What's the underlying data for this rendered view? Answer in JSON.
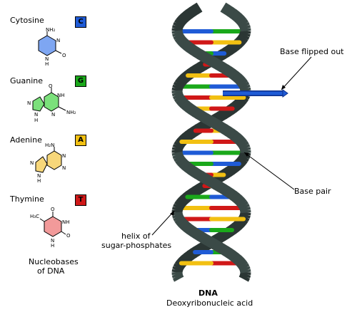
{
  "legend": {
    "items": [
      {
        "name": "Cytosine",
        "letter": "C",
        "color": "#1f5bd6"
      },
      {
        "name": "Guanine",
        "letter": "G",
        "color": "#1aa81a"
      },
      {
        "name": "Adenine",
        "letter": "A",
        "color": "#f2c012"
      },
      {
        "name": "Thymine",
        "letter": "T",
        "color": "#d01818"
      }
    ],
    "caption_line1": "Nucleobases",
    "caption_line2": "of DNA"
  },
  "molecules": {
    "cytosine": {
      "nh2": "NH₂",
      "n_ring": "N",
      "o": "O",
      "nh": "N",
      "h": "H"
    },
    "guanine": {
      "o": "O",
      "nh": "NH",
      "n1": "N",
      "n2": "N",
      "nh2": "NH₂",
      "nh_bottom": "N",
      "h": "H"
    },
    "adenine": {
      "h2n": "H₂N",
      "n1": "N",
      "n2": "N",
      "n3": "N",
      "n4": "N",
      "h": "H"
    },
    "thymine": {
      "h3c": "H₃C",
      "o_top": "O",
      "nh": "NH",
      "n": "N",
      "o_bottom": "O",
      "h": "H"
    }
  },
  "annotations": {
    "flipped": "Base flipped out",
    "base_pair": "Base pair",
    "helix_line1": "helix of",
    "helix_line2": "sugar-phosphates"
  },
  "title": "DNA",
  "subtitle": "Deoxyribonucleic acid",
  "colors": {
    "backbone": "#3b4a47",
    "backbone_edge": "#1c2523",
    "cytosine_ring": "#7ea6f2",
    "guanine_ring": "#7be07b",
    "adenine_ring": "#f7d77a",
    "thymine_ring": "#f29a9a"
  }
}
